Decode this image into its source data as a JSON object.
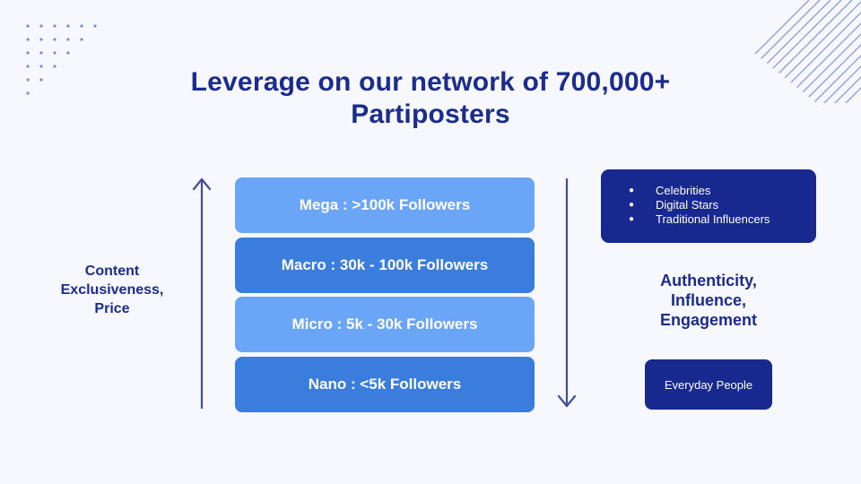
{
  "title": {
    "line1": "Leverage on our network of 700,000+",
    "line2": "Partiposters"
  },
  "tiers": [
    {
      "label": "Mega : >100k Followers"
    },
    {
      "label": "Macro : 30k - 100k Followers"
    },
    {
      "label": "Micro : 5k - 30k Followers"
    },
    {
      "label": "Nano : <5k Followers"
    }
  ],
  "left_axis": {
    "line1": "Content",
    "line2": "Exclusiveness,",
    "line3": "Price"
  },
  "right_axis": {
    "line1": "Authenticity,",
    "line2": "Influence,",
    "line3": "Engagement"
  },
  "top_box": {
    "bullet": "●",
    "items": [
      "Celebrities",
      "Digital Stars",
      "Traditional Influencers"
    ]
  },
  "bottom_box": {
    "label": "Everyday People"
  },
  "colors": {
    "navy": "#1b2c8c",
    "box_navy": "#17288f",
    "tier_light": "#6aa5f7",
    "tier_dark": "#3b7ddc",
    "arrow": "#3f4f9e",
    "background": "#f6f8fd"
  }
}
